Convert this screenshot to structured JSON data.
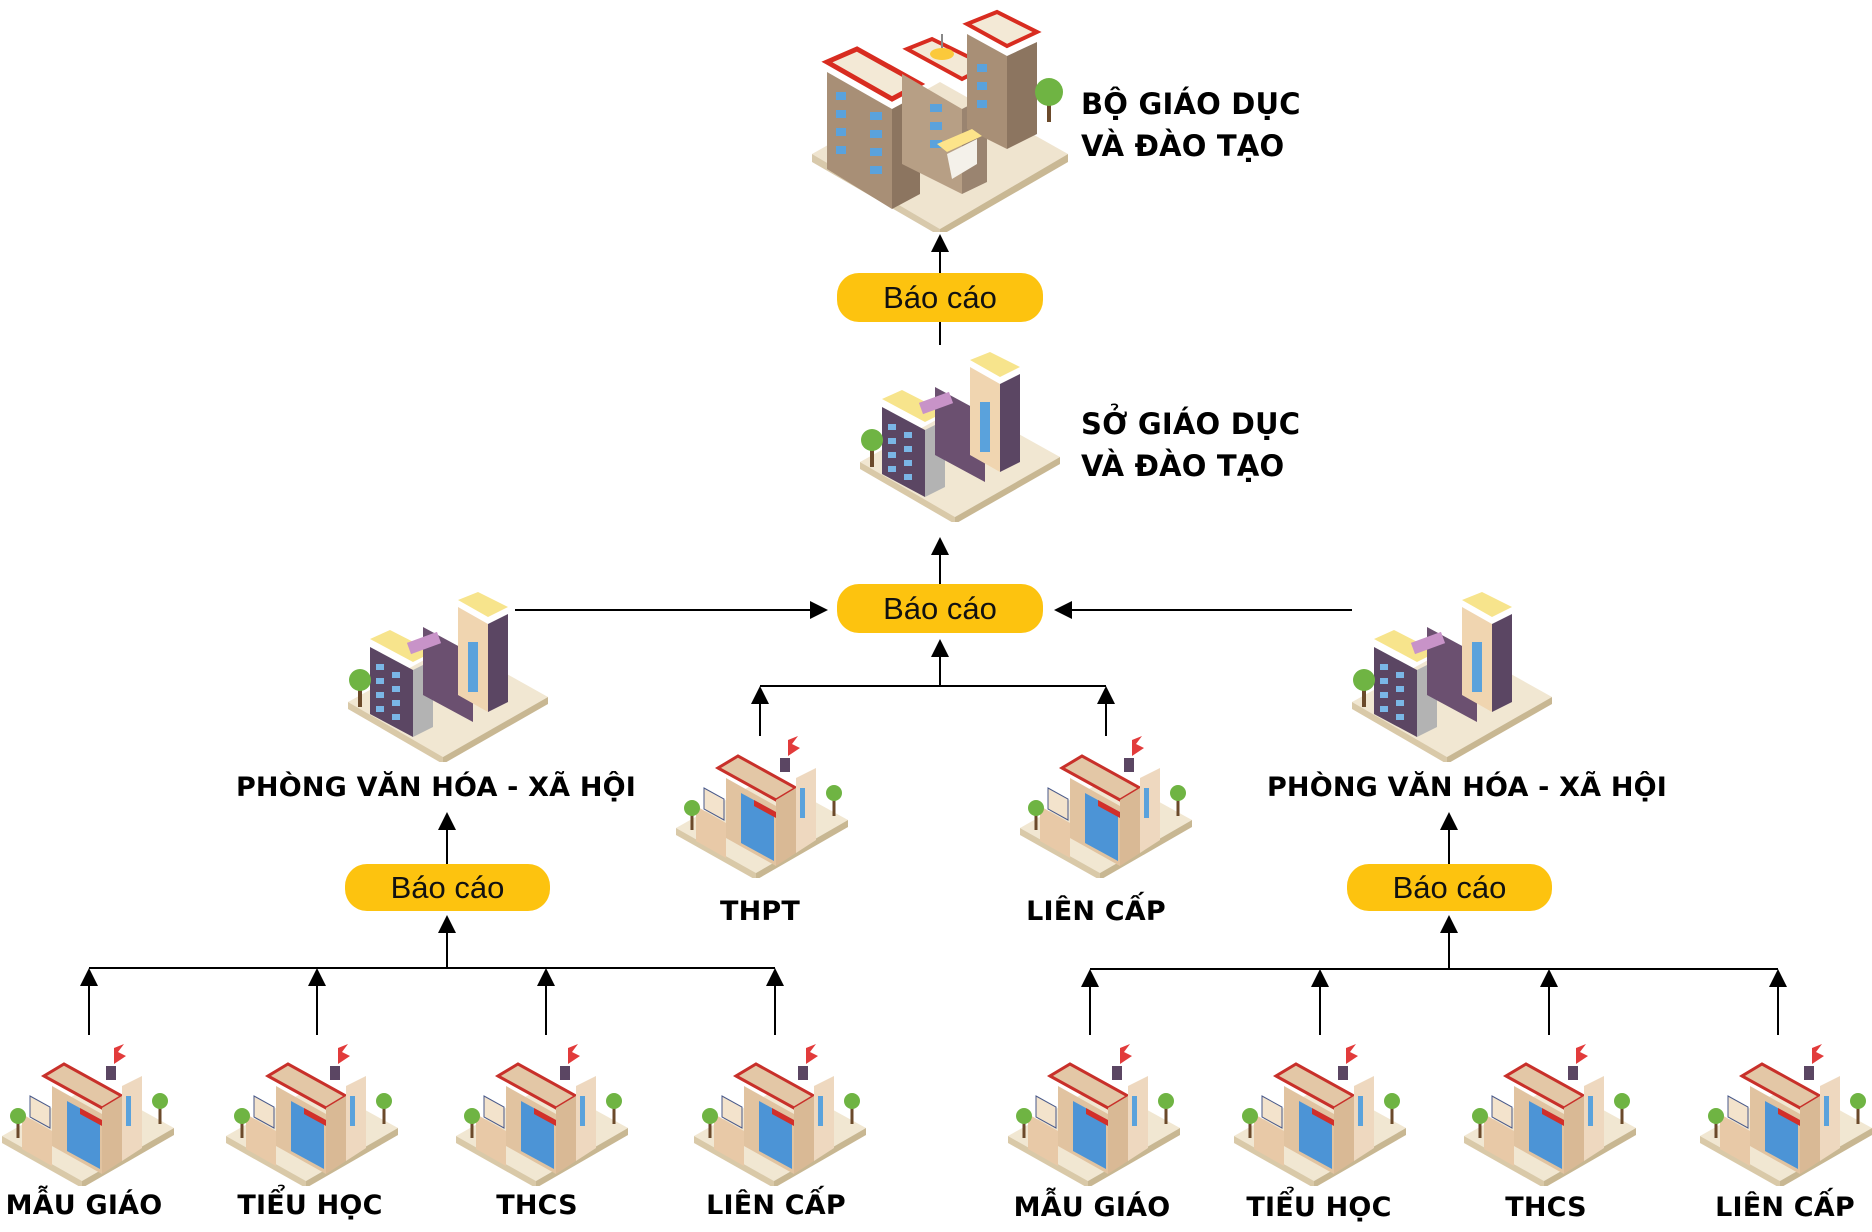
{
  "title": "Education reporting hierarchy",
  "colors": {
    "pill": "#fdc30f",
    "line": "#000000"
  },
  "report_label": "Báo cáo",
  "nodes": {
    "ministry": {
      "line1": "BỘ GIÁO DỤC",
      "line2": "VÀ ĐÀO TẠO",
      "icon": "ministry-building-icon"
    },
    "department": {
      "line1": "SỞ GIÁO DỤC",
      "line2": "VÀ ĐÀO TẠO",
      "icon": "department-building-icon"
    },
    "office_left": {
      "label": "PHÒNG VĂN HÓA - XÃ HỘI",
      "icon": "office-building-icon"
    },
    "office_right": {
      "label": "PHÒNG VĂN HÓA - XÃ HỘI",
      "icon": "office-building-icon"
    },
    "thpt": {
      "label": "THPT",
      "icon": "school-building-icon"
    },
    "lien_cap_mid": {
      "label": "LIÊN CẤP",
      "icon": "school-building-icon"
    }
  },
  "left_schools": [
    {
      "label": "MẪU GIÁO"
    },
    {
      "label": "TIỂU HỌC"
    },
    {
      "label": "THCS"
    },
    {
      "label": "LIÊN CẤP"
    }
  ],
  "right_schools": [
    {
      "label": "MẪU GIÁO"
    },
    {
      "label": "TIỂU HỌC"
    },
    {
      "label": "THCS"
    },
    {
      "label": "LIÊN CẤP"
    }
  ]
}
